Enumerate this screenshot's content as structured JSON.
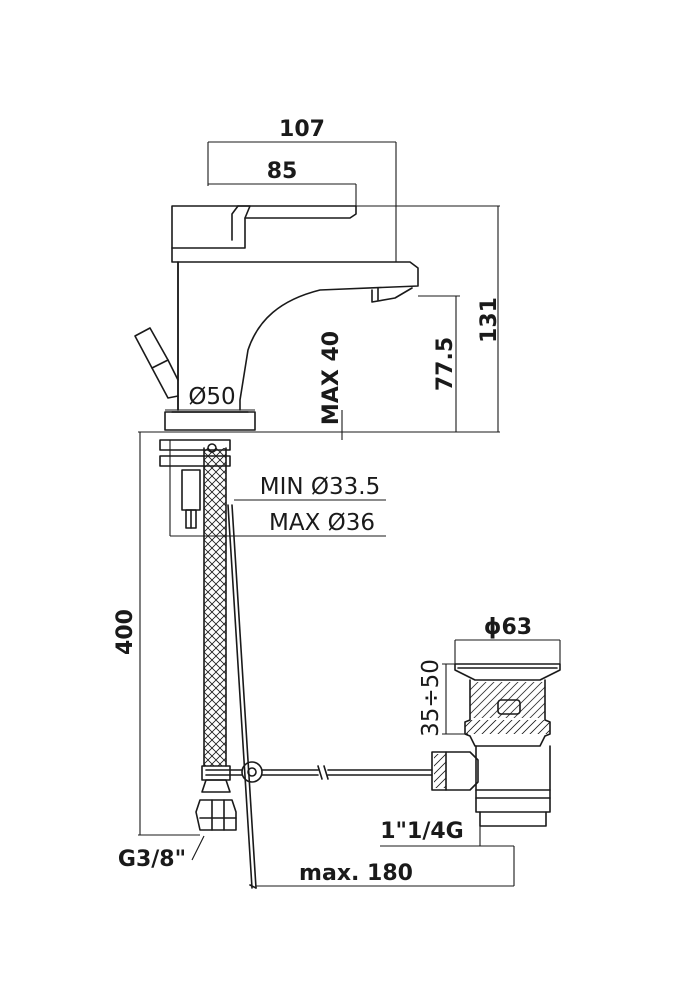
{
  "dimensions": {
    "overall_depth": "107",
    "spout_reach": "85",
    "total_height": "131",
    "spout_height": "77.5",
    "max_deck_thickness": "MAX 40",
    "base_diameter": "Ø50",
    "min_hole_diameter": "MIN Ø33.5",
    "max_hole_diameter": "MAX Ø36",
    "hose_length": "400",
    "hose_connection": "G3/8\"",
    "drain_diameter": "ϕ63",
    "drain_thread": "1\"1/4G",
    "drain_range": "35÷50",
    "rod_max_length": "max. 180"
  }
}
